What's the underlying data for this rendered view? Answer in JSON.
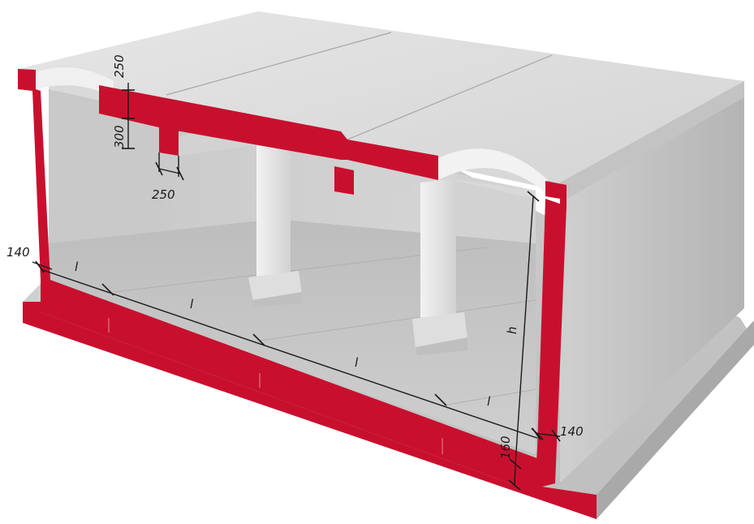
{
  "dimensions": {
    "slab_thickness": "250",
    "beam_depth": "300",
    "beam_width": "250",
    "wall_thickness_left": "140",
    "wall_thickness_right": "140",
    "floor_thickness": "160",
    "height": "h",
    "span_1": "l",
    "span_2": "l",
    "span_3": "l",
    "span_4": "l"
  },
  "colors": {
    "concrete_top": "#dcdcdc",
    "concrete_side": "#bdbdbd",
    "concrete_inner": "#cfcfcf",
    "floor": "#c4c4c4",
    "section_red": "#c8102e"
  }
}
